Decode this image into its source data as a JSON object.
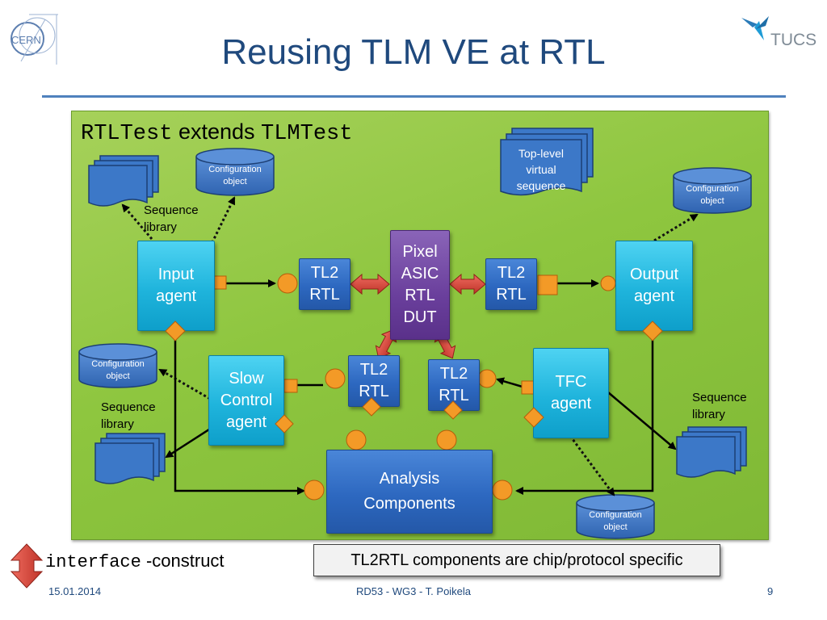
{
  "title": "Reusing TLM VE at RTL",
  "logos": {
    "left": "CERN",
    "right": "TUCS"
  },
  "panel_title": {
    "rtltest": "RTLTest",
    "extends": "extends",
    "tlmtest": "TLMTest"
  },
  "boxes": {
    "input_agent": "Input agent",
    "output_agent": "Output agent",
    "pixel_dut": "Pixel ASIC RTL DUT",
    "tl2rtl": "TL2 RTL",
    "slow_control": "Slow Control agent",
    "tfc_agent": "TFC agent",
    "analysis": "Analysis Components"
  },
  "labels": {
    "config_object": "Configuration object",
    "sequence_library": "Sequence library",
    "top_level_sequence": "Top-level virtual sequence"
  },
  "legend": {
    "mono": "interface",
    "text": "-construct"
  },
  "note": "TL2RTL components are chip/protocol specific",
  "footer": {
    "date": "15.01.2014",
    "center": "RD53 - WG3 -  T. Poikela",
    "page": "9"
  },
  "colors": {
    "title": "#1f497d",
    "panel": "#8ec63f",
    "agent": "#1fb4dc",
    "tl2rtl": "#2d68c0",
    "dut": "#6a3f9c",
    "connector": "#f0962a",
    "interface_arrow": "#d9443a"
  },
  "icons": [
    "cern-logo",
    "tucs-logo",
    "document-stack-icon",
    "database-icon",
    "double-arrow-icon",
    "port-square-icon",
    "port-circle-icon",
    "port-diamond-icon"
  ]
}
